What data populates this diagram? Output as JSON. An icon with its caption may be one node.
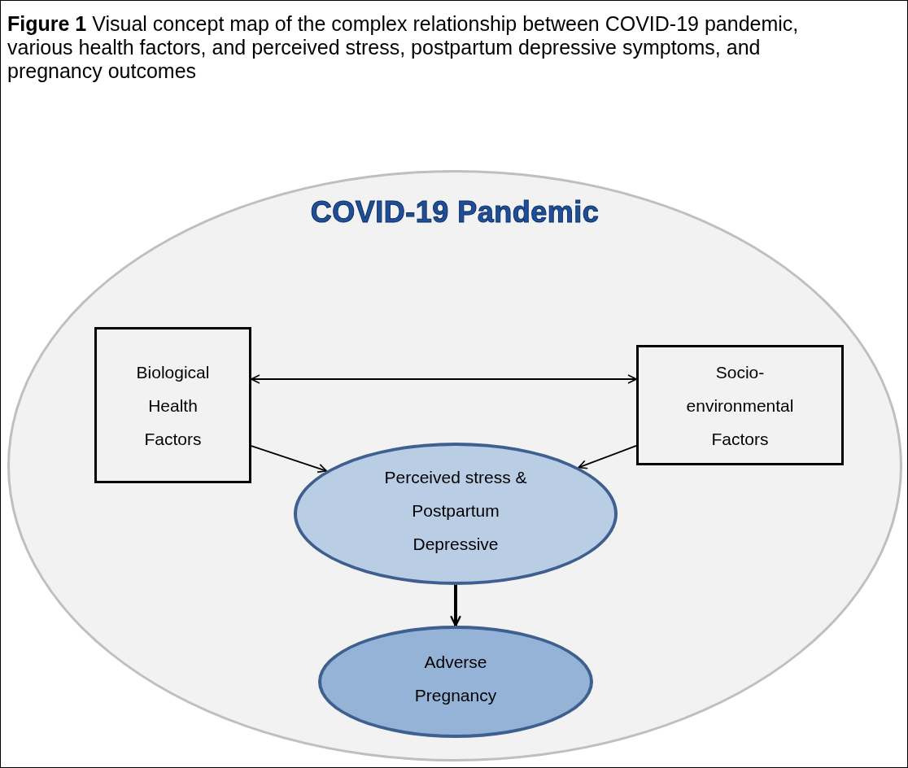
{
  "diagram": {
    "title": "**Figure 1** Visual concept map of the complex relationship between COVID-19 pandemic, various health factors, and perceived stress, postpartum depressive symptoms, and pregnancy outcomes",
    "nodes": [
      {
        "text": [
          "COVID-19 Pandemic"
        ]
      },
      {
        "text": [
          "Biological Health Factors"
        ],
        "in": 0
      },
      {
        "text": [
          "Socio-environmental Factors"
        ],
        "in": 0
      },
      {
        "text": [
          "Perceived stress & Postpartum Depressive"
        ],
        "in": 0
      },
      {
        "text": [
          "Adverse Pregnancy"
        ],
        "in": 0
      }
    ],
    "edges": [
      {
        "from": 1,
        "to": 2,
        "arrow": "both"
      },
      {
        "from": 1,
        "to": 3,
        "arrow": "to"
      },
      {
        "from": 2,
        "to": 3,
        "arrow": "to"
      },
      {
        "from": 3,
        "to": 4,
        "arrow": "to",
        "style": "thick"
      }
    ]
  }
}
